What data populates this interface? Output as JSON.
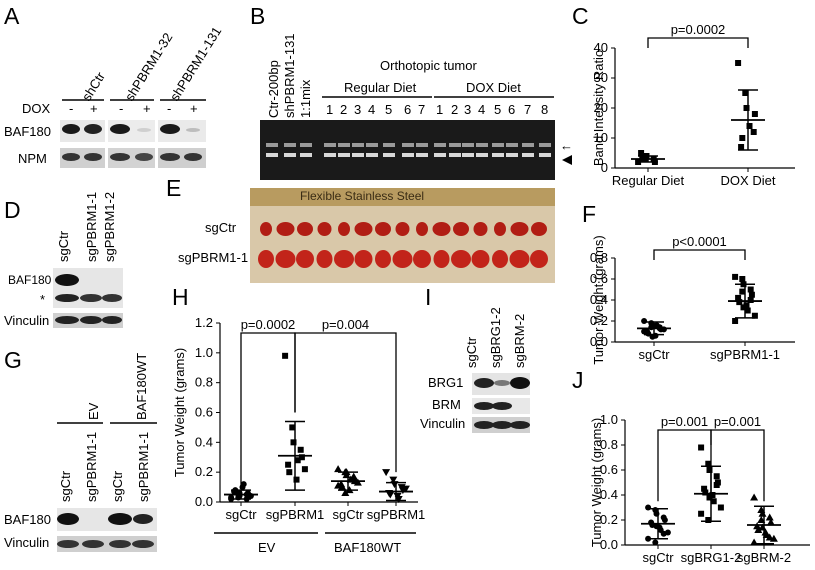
{
  "panels": {
    "A": {
      "letter": "A",
      "groups": [
        "shCtr",
        "shPBRM1-32",
        "shPBRM1-131"
      ],
      "dox_label": "DOX",
      "dox_states": [
        "-",
        "+"
      ],
      "rows": [
        "BAF180",
        "NPM"
      ]
    },
    "B": {
      "letter": "B",
      "ladder": "Ctr-200bp",
      "shctrl": "shPBRM1-131",
      "mix": "1:1mix",
      "title": "Orthotopic tumor",
      "regular": "Regular Diet",
      "dox": "DOX Diet",
      "regular_lanes": [
        "1",
        "2",
        "3",
        "4",
        "5",
        "6",
        "7"
      ],
      "dox_lanes": [
        "1",
        "2",
        "3",
        "4",
        "5",
        "6",
        "7",
        "8"
      ]
    },
    "C": {
      "letter": "C"
    },
    "D": {
      "letter": "D",
      "lanes": [
        "sgCtr",
        "sgPBRM1-1",
        "sgPBRM1-2"
      ],
      "rows": [
        "BAF180",
        "*",
        "Vinculin"
      ]
    },
    "E": {
      "letter": "E",
      "rows": [
        "sgCtr",
        "sgPBRM1-1"
      ],
      "ruler_text": "Flexible  Stainless  Steel"
    },
    "F": {
      "letter": "F"
    },
    "G": {
      "letter": "G",
      "groups": [
        "EV",
        "BAF180WT"
      ],
      "lanes": [
        "sgCtr",
        "sgPBRM1-1",
        "sgCtr",
        "sgPBRM1-1"
      ],
      "rows": [
        "BAF180",
        "Vinculin"
      ]
    },
    "H": {
      "letter": "H",
      "group_labels": [
        "EV",
        "BAF180WT"
      ]
    },
    "I": {
      "letter": "I",
      "lanes": [
        "sgCtr",
        "sgBRG1-2",
        "sgBRM-2"
      ],
      "rows": [
        "BRG1",
        "BRM",
        "Vinculin"
      ]
    },
    "J": {
      "letter": "J"
    }
  },
  "chart_data": [
    {
      "id": "C",
      "type": "scatter",
      "ylabel": "Band Intensity Ratio",
      "ylim": [
        0,
        40
      ],
      "yticks": [
        "0",
        "10",
        "20",
        "30",
        "40"
      ],
      "categories": [
        "Regular Diet",
        "DOX Diet"
      ],
      "series": [
        {
          "values": [
            2,
            3,
            4,
            3,
            2,
            5,
            3
          ]
        },
        {
          "values": [
            35,
            25,
            20,
            12,
            18,
            7,
            10,
            14
          ]
        }
      ],
      "mean": [
        3,
        16
      ],
      "sd": [
        1,
        10
      ],
      "annotations": [
        {
          "text": "p=0.0002",
          "between": [
            0,
            1
          ]
        }
      ]
    },
    {
      "id": "F",
      "type": "scatter",
      "ylabel": "Tumor Weight (grams)",
      "ylim": [
        0,
        0.8
      ],
      "yticks": [
        "0.0",
        "0.2",
        "0.4",
        "0.6",
        "0.8"
      ],
      "categories": [
        "sgCtr",
        "sgPBRM1-1"
      ],
      "series": [
        {
          "values": [
            0.2,
            0.18,
            0.15,
            0.14,
            0.12,
            0.1,
            0.08,
            0.06,
            0.16,
            0.12,
            0.1,
            0.14,
            0.05,
            0.13
          ]
        },
        {
          "values": [
            0.62,
            0.6,
            0.55,
            0.5,
            0.45,
            0.42,
            0.38,
            0.35,
            0.3,
            0.25,
            0.2,
            0.48,
            0.33,
            0.4
          ]
        }
      ],
      "mean": [
        0.13,
        0.39
      ],
      "sd": [
        0.06,
        0.16
      ],
      "annotations": [
        {
          "text": "p<0.0001",
          "between": [
            0,
            1
          ]
        }
      ]
    },
    {
      "id": "H",
      "type": "scatter",
      "ylabel": "Tumor Weight (grams)",
      "ylim": [
        0,
        1.2
      ],
      "yticks": [
        "0.0",
        "0.2",
        "0.4",
        "0.6",
        "0.8",
        "1.0",
        "1.2"
      ],
      "categories": [
        "sgCtr",
        "sgPBRM1",
        "sgCtr",
        "sgPBRM1"
      ],
      "series": [
        {
          "values": [
            0.02,
            0.03,
            0.04,
            0.05,
            0.06,
            0.07,
            0.08,
            0.1,
            0.12,
            0.04,
            0.03,
            0.05,
            0.06,
            0.02
          ]
        },
        {
          "values": [
            0.98,
            0.5,
            0.4,
            0.35,
            0.3,
            0.25,
            0.2,
            0.15,
            0.28,
            0.22
          ]
        },
        {
          "values": [
            0.22,
            0.2,
            0.18,
            0.16,
            0.14,
            0.12,
            0.1,
            0.08,
            0.15,
            0.13,
            0.11,
            0.06,
            0.2,
            0.17
          ]
        },
        {
          "values": [
            0.2,
            0.15,
            0.12,
            0.1,
            0.08,
            0.06,
            0.05,
            0.04,
            0.02,
            0.09
          ]
        }
      ],
      "mean": [
        0.05,
        0.31,
        0.14,
        0.07
      ],
      "sd": [
        0.03,
        0.23,
        0.06,
        0.06
      ],
      "annotations": [
        {
          "text": "p=0.0002",
          "between": [
            0,
            1
          ]
        },
        {
          "text": "p=0.004",
          "between": [
            1,
            3
          ]
        }
      ]
    },
    {
      "id": "J",
      "type": "scatter",
      "ylabel": "Tumor Weight (grams)",
      "ylim": [
        0,
        1.0
      ],
      "yticks": [
        "0.0",
        "0.2",
        "0.4",
        "0.6",
        "0.8",
        "1.0"
      ],
      "categories": [
        "sgCtr",
        "sgBRG1-2",
        "sgBRM-2"
      ],
      "series": [
        {
          "values": [
            0.3,
            0.28,
            0.25,
            0.22,
            0.2,
            0.18,
            0.16,
            0.14,
            0.12,
            0.1,
            0.05,
            0.02,
            0.15,
            0.09
          ]
        },
        {
          "values": [
            0.78,
            0.65,
            0.6,
            0.55,
            0.5,
            0.45,
            0.42,
            0.4,
            0.35,
            0.3,
            0.25,
            0.2,
            0.38,
            0.48
          ]
        },
        {
          "values": [
            0.38,
            0.28,
            0.25,
            0.22,
            0.18,
            0.15,
            0.12,
            0.1,
            0.08,
            0.05,
            0.02,
            0.2,
            0.14,
            0.06
          ]
        }
      ],
      "mean": [
        0.17,
        0.41,
        0.16
      ],
      "sd": [
        0.12,
        0.22,
        0.15
      ],
      "annotations": [
        {
          "text": "p=0.001",
          "between": [
            0,
            1
          ]
        },
        {
          "text": "p=0.001",
          "between": [
            1,
            2
          ]
        }
      ]
    }
  ]
}
